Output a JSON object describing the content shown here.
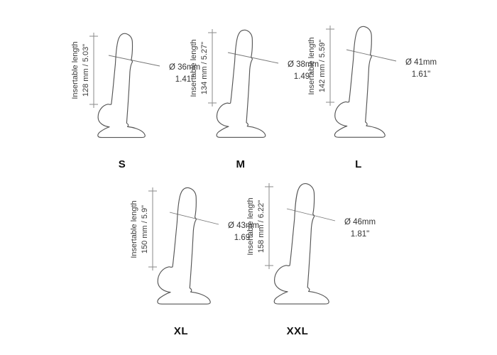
{
  "colors": {
    "background": "#ffffff",
    "outline": "#555555",
    "dimension_line": "#8a8a8a",
    "label_text": "#3a3a3a",
    "size_label_text": "#111111"
  },
  "figures": [
    {
      "size": "S",
      "length_label": "Insertable length",
      "length_value": "128 mm / 5.03\"",
      "diameter_mm": "Ø 36mm",
      "diameter_in": "1.41\""
    },
    {
      "size": "M",
      "length_label": "Insertable length",
      "length_value": "134 mm / 5.27\"",
      "diameter_mm": "Ø 38mm",
      "diameter_in": "1.49\""
    },
    {
      "size": "L",
      "length_label": "Insertable length",
      "length_value": "142 mm / 5.59\"",
      "diameter_mm": "Ø 41mm",
      "diameter_in": "1.61\""
    },
    {
      "size": "XL",
      "length_label": "Insertable length",
      "length_value": "150 mm / 5.9\"",
      "diameter_mm": "Ø 43mm",
      "diameter_in": "1.69\""
    },
    {
      "size": "XXL",
      "length_label": "Insertable length",
      "length_value": "158 mm / 6.22\"",
      "diameter_mm": "Ø 46mm",
      "diameter_in": "1.81\""
    }
  ]
}
